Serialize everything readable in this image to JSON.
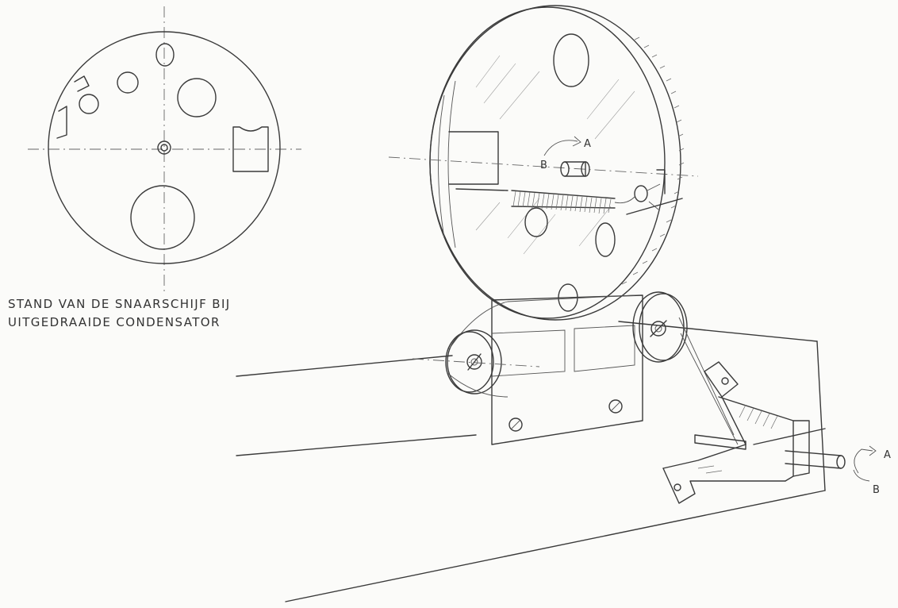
{
  "caption": {
    "line1": "STAND VAN DE  SNAARSCHIJF BIJ",
    "line2": "UITGEDRAAIDE  CONDENSATOR"
  },
  "markers": {
    "disc_a": "A",
    "disc_b": "B",
    "shaft_a": "A",
    "shaft_b": "B"
  }
}
